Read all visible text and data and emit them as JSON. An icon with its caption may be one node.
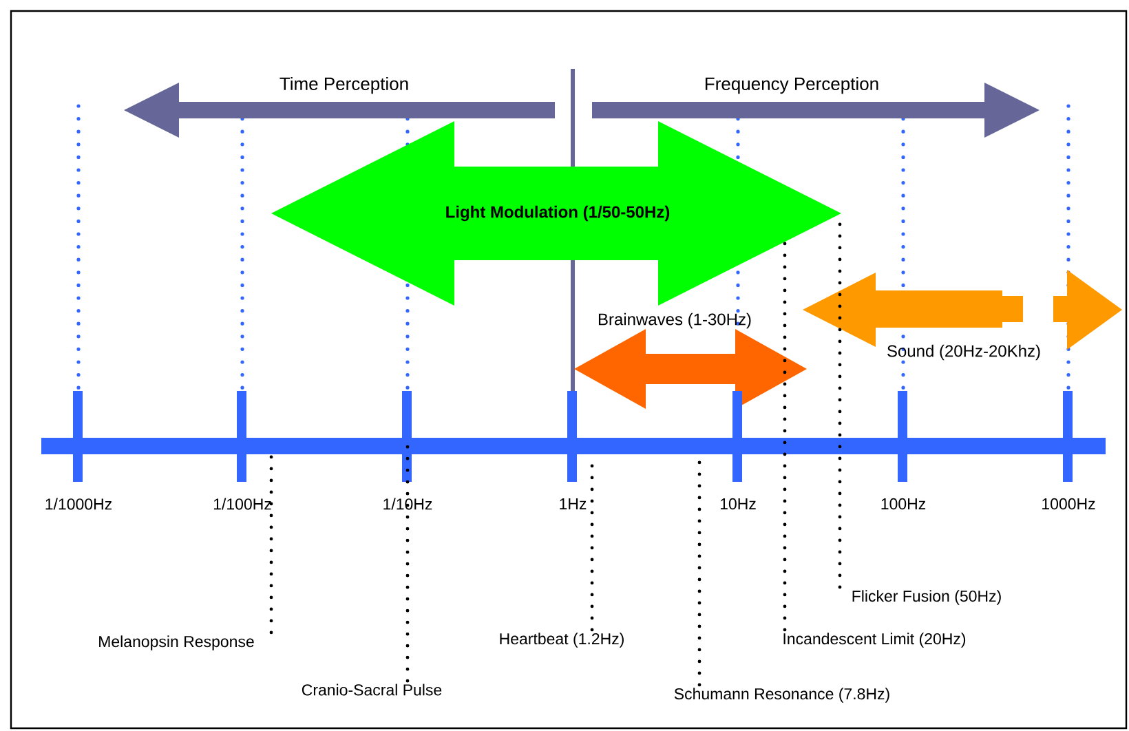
{
  "diagram": {
    "nodes": [
      {
        "text": [
          "Time Perception"
        ]
      },
      {
        "text": [
          "Frequency Perception"
        ]
      },
      {
        "text": [
          "Light Modulation (1/50-50Hz)"
        ]
      },
      {
        "text": [
          "Brainwaves (1-30Hz)"
        ]
      },
      {
        "text": [
          "Sound (20Hz-20Khz)"
        ]
      },
      {
        "text": [
          "Melanopsin Response"
        ]
      },
      {
        "text": [
          "Cranio-Sacral Pulse"
        ]
      },
      {
        "text": [
          "Heartbeat (1.2Hz)"
        ]
      },
      {
        "text": [
          "Schumann Resonance (7.8Hz)"
        ]
      },
      {
        "text": [
          "Incandescent Limit (20Hz)"
        ]
      },
      {
        "text": [
          "Flicker Fusion (50Hz)"
        ]
      },
      {
        "text": [],
        "shape": "bar"
      }
    ],
    "edges": [
      {
        "from": 5,
        "to": 11,
        "arrow": "none"
      },
      {
        "from": 6,
        "to": 11,
        "arrow": "none"
      },
      {
        "from": 7,
        "to": 11,
        "arrow": "none"
      },
      {
        "from": 8,
        "to": 11,
        "arrow": "none"
      },
      {
        "from": 9,
        "to": 2,
        "arrow": "none"
      },
      {
        "from": 10,
        "to": 2,
        "arrow": "none"
      }
    ],
    "labels": [
      "1/1000Hz",
      "1/100Hz",
      "1/10Hz",
      "1Hz",
      "10Hz",
      "100Hz",
      "1000Hz"
    ]
  }
}
